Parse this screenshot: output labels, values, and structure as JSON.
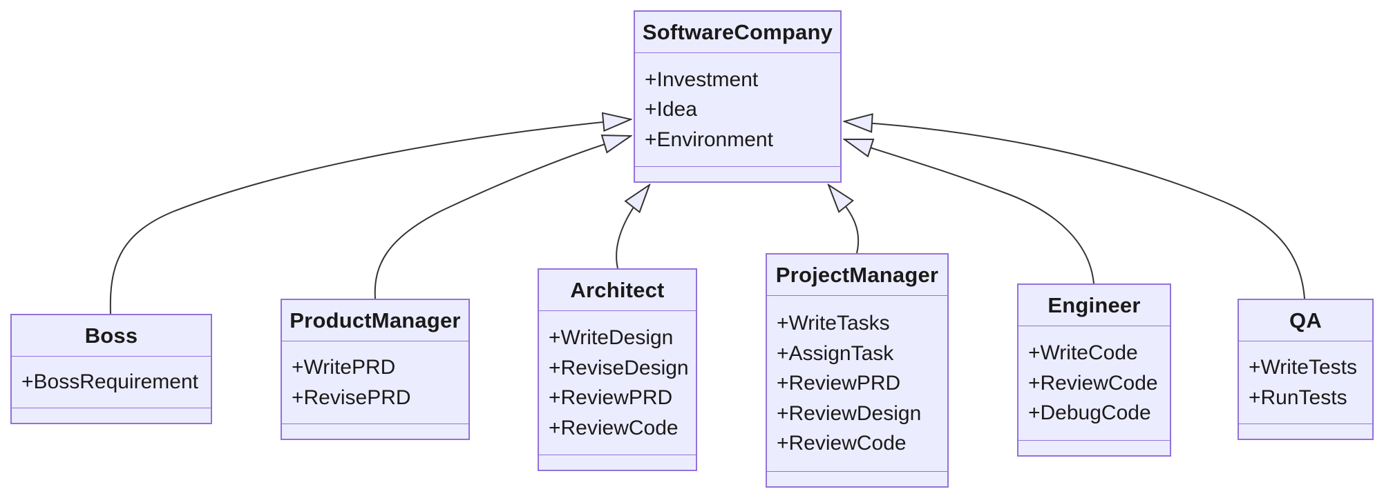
{
  "diagram": {
    "type": "uml-class-diagram",
    "colors": {
      "node_fill": "#ECECFF",
      "node_border": "#9370DB",
      "edge_line": "#333333",
      "text": "#1A1A1A",
      "background": "#FFFFFF"
    },
    "classes": [
      {
        "name": "SoftwareCompany",
        "attributes": [
          "+Investment",
          "+Idea",
          "+Environment"
        ],
        "methods": []
      },
      {
        "name": "Boss",
        "attributes": [
          "+BossRequirement"
        ],
        "methods": []
      },
      {
        "name": "ProductManager",
        "attributes": [
          "+WritePRD",
          "+RevisePRD"
        ],
        "methods": []
      },
      {
        "name": "Architect",
        "attributes": [
          "+WriteDesign",
          "+ReviseDesign",
          "+ReviewPRD",
          "+ReviewCode"
        ],
        "methods": []
      },
      {
        "name": "ProjectManager",
        "attributes": [
          "+WriteTasks",
          "+AssignTask",
          "+ReviewPRD",
          "+ReviewDesign",
          "+ReviewCode"
        ],
        "methods": []
      },
      {
        "name": "Engineer",
        "attributes": [
          "+WriteCode",
          "+ReviewCode",
          "+DebugCode"
        ],
        "methods": []
      },
      {
        "name": "QA",
        "attributes": [
          "+WriteTests",
          "+RunTests"
        ],
        "methods": []
      }
    ],
    "relations": [
      {
        "from": "Boss",
        "to": "SoftwareCompany",
        "type": "inheritance"
      },
      {
        "from": "ProductManager",
        "to": "SoftwareCompany",
        "type": "inheritance"
      },
      {
        "from": "Architect",
        "to": "SoftwareCompany",
        "type": "inheritance"
      },
      {
        "from": "ProjectManager",
        "to": "SoftwareCompany",
        "type": "inheritance"
      },
      {
        "from": "Engineer",
        "to": "SoftwareCompany",
        "type": "inheritance"
      },
      {
        "from": "QA",
        "to": "SoftwareCompany",
        "type": "inheritance"
      }
    ]
  }
}
